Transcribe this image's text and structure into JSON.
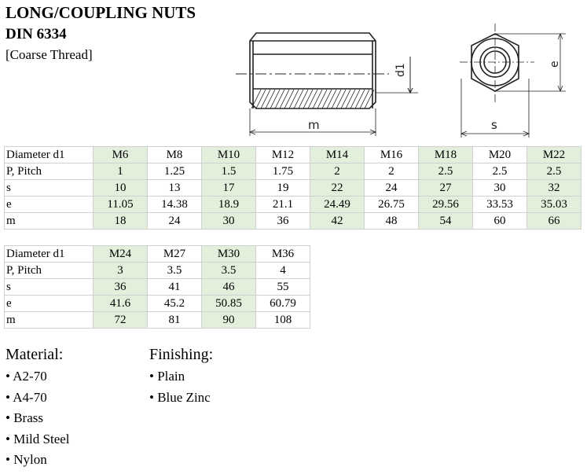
{
  "title": "LONG/COUPLING NUTS",
  "standard": "DIN 6334",
  "subtitle": "[Coarse Thread]",
  "drawing": {
    "label_m": "m",
    "label_d1": "d1",
    "label_s": "s",
    "label_e": "e"
  },
  "table1": {
    "rows": [
      {
        "label": "Diameter d1",
        "values": [
          "M6",
          "M8",
          "M10",
          "M12",
          "M14",
          "M16",
          "M18",
          "M20",
          "M22"
        ]
      },
      {
        "label": "P, Pitch",
        "values": [
          "1",
          "1.25",
          "1.5",
          "1.75",
          "2",
          "2",
          "2.5",
          "2.5",
          "2.5"
        ]
      },
      {
        "label": "s",
        "values": [
          "10",
          "13",
          "17",
          "19",
          "22",
          "24",
          "27",
          "30",
          "32"
        ]
      },
      {
        "label": "e",
        "values": [
          "11.05",
          "14.38",
          "18.9",
          "21.1",
          "24.49",
          "26.75",
          "29.56",
          "33.53",
          "35.03"
        ]
      },
      {
        "label": "m",
        "values": [
          "18",
          "24",
          "30",
          "36",
          "42",
          "48",
          "54",
          "60",
          "66"
        ]
      }
    ]
  },
  "table2": {
    "rows": [
      {
        "label": "Diameter d1",
        "values": [
          "M24",
          "M27",
          "M30",
          "M36"
        ]
      },
      {
        "label": "P, Pitch",
        "values": [
          "3",
          "3.5",
          "3.5",
          "4"
        ]
      },
      {
        "label": "s",
        "values": [
          "36",
          "41",
          "46",
          "55"
        ]
      },
      {
        "label": "e",
        "values": [
          "41.6",
          "45.2",
          "50.85",
          "60.79"
        ]
      },
      {
        "label": "m",
        "values": [
          "72",
          "81",
          "90",
          "108"
        ]
      }
    ]
  },
  "material": {
    "heading": "Material:",
    "items": [
      "• A2-70",
      "• A4-70",
      "• Brass",
      "• Mild Steel",
      "• Nylon"
    ]
  },
  "finishing": {
    "heading": "Finishing:",
    "items": [
      "• Plain",
      "• Blue Zinc"
    ]
  }
}
